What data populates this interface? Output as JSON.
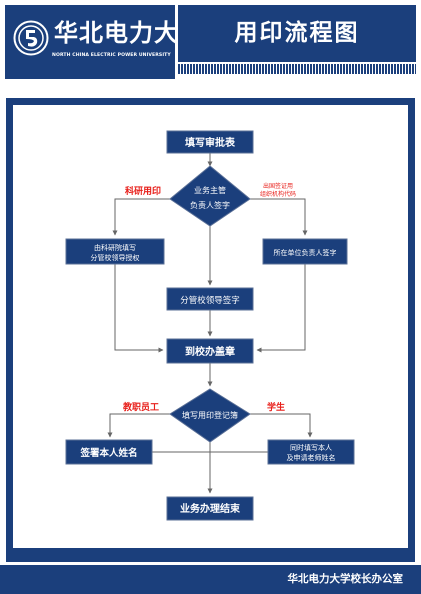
{
  "header": {
    "university_name": "华北电力大学",
    "university_name_en": "NORTH CHINA ELECTRIC POWER UNIVERSITY",
    "title": "用印流程图"
  },
  "flow": {
    "fill_form": "填写审批表",
    "decision_sign": [
      "业务主管",
      "负责人签字"
    ],
    "research_sign": [
      "由科研院填写",
      "分管校领导授权"
    ],
    "unit_sign": "所在单位负责人签字",
    "leader_sign": "分管校领导签字",
    "office_stamp": "到校办盖章",
    "register_book": "填写用印登记簿",
    "staff_sign": "签署本人姓名",
    "student_sign": [
      "同时填写本人",
      "及申请老师姓名"
    ],
    "finish": "业务办理结束"
  },
  "annotations": {
    "research_seal": "科研用印",
    "abroad_cert": [
      "出国签证用",
      "组织机构代码"
    ],
    "staff": "教职员工",
    "student": "学生"
  },
  "footer": {
    "office": "华北电力大学校长办公室"
  },
  "colors": {
    "brand": "#1b3f7c",
    "annotation": "#e8201b",
    "white": "#ffffff"
  }
}
